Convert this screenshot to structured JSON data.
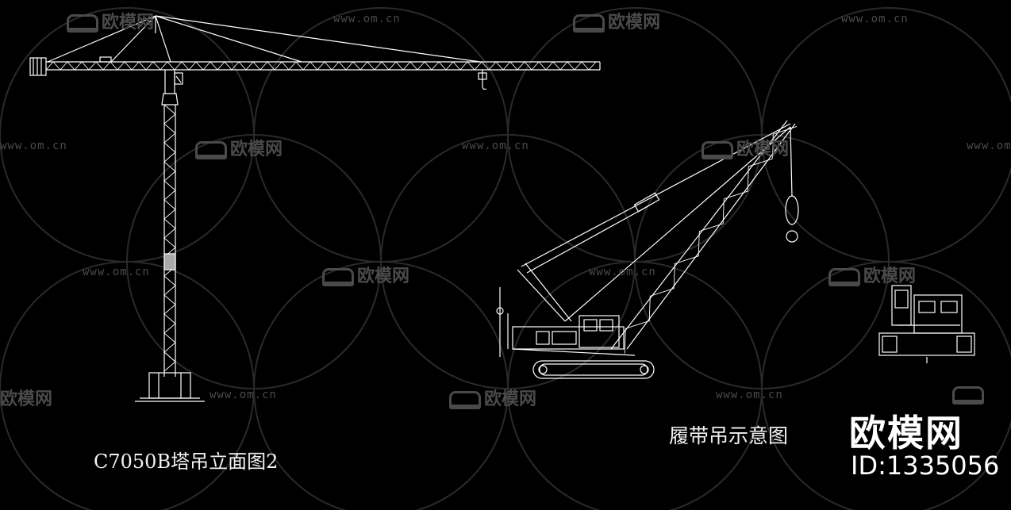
{
  "watermark": {
    "url": "www.om.cn",
    "logo": "欧模网"
  },
  "captions": {
    "tower_crane": "C7050B塔吊立面图2",
    "crawler_crane": "履带吊示意图"
  },
  "brand": {
    "logo": "欧模网",
    "id": "ID:1335056"
  },
  "colors": {
    "background": "#000000",
    "lines": "#ffffff",
    "watermark": "#4a4a4a"
  }
}
